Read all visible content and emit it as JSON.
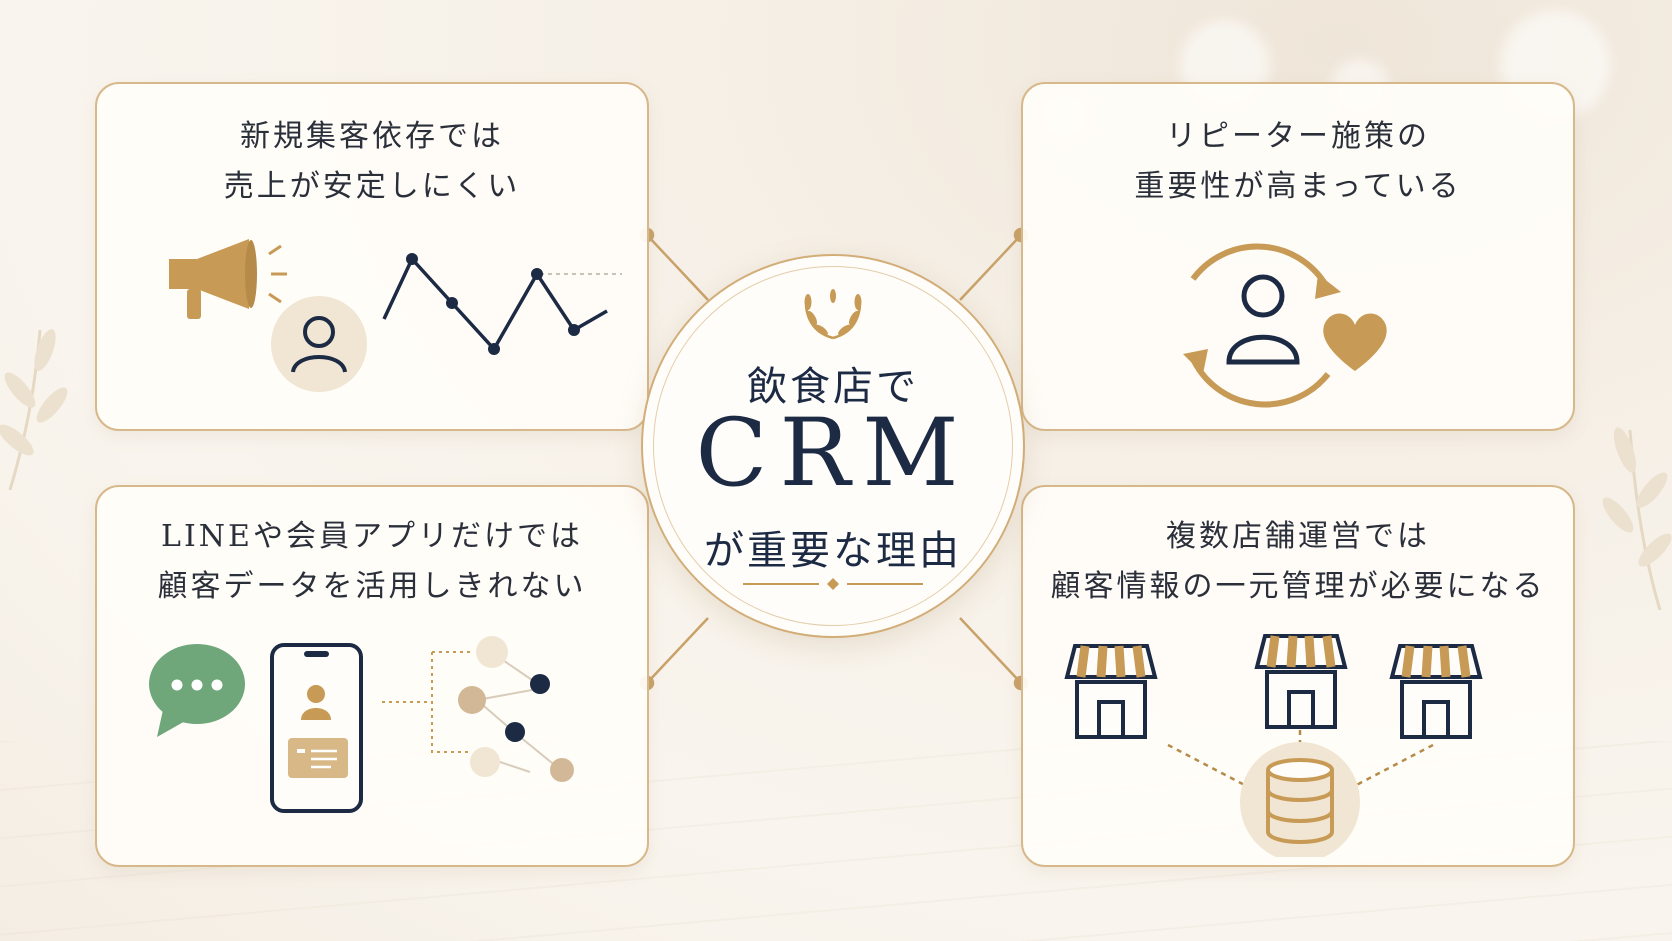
{
  "center": {
    "line1": "飲食店で",
    "line2": "CRM",
    "line3": "が重要な理由"
  },
  "cards": [
    {
      "line1": "新規集客依存では",
      "line2": "売上が安定しにくい",
      "icons": [
        "megaphone-icon",
        "person-icon",
        "declining-line-chart-icon"
      ]
    },
    {
      "line1": "リピーター施策の",
      "line2": "重要性が高まっている",
      "icons": [
        "cycle-arrows-icon",
        "person-icon",
        "heart-icon"
      ]
    },
    {
      "line1": "LINEや会員アプリだけでは",
      "line2": "顧客データを活用しきれない",
      "icons": [
        "chat-bubble-icon",
        "smartphone-icon",
        "member-card-icon",
        "scattered-data-icon"
      ]
    },
    {
      "line1": "複数店舗運営では",
      "line2": "顧客情報の一元管理が必要になる",
      "icons": [
        "store-icon",
        "store-icon",
        "store-icon",
        "database-icon"
      ]
    }
  ],
  "colors": {
    "navy": "#1c2a44",
    "gold": "#c79a55",
    "gold_light": "#d7b88a",
    "green": "#6fa67a",
    "cream": "#f9f5ee"
  }
}
